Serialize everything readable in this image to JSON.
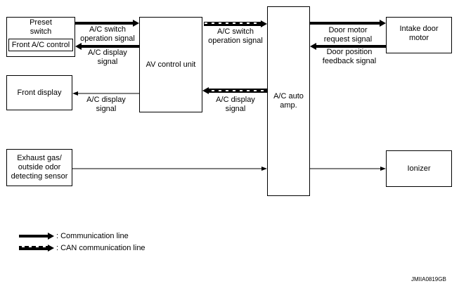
{
  "boxes": {
    "preset_switch": "Preset\nswitch",
    "front_ac_control": "Front A/C control",
    "front_display": "Front display",
    "exhaust_sensor": "Exhaust gas/\noutside odor\ndetecting sensor",
    "av_control_unit": "AV control unit",
    "ac_auto_amp": "A/C auto\namp.",
    "intake_door_motor": "Intake door\nmotor",
    "ionizer": "Ionizer"
  },
  "signals": {
    "preset_to_av": "A/C switch\noperation signal",
    "av_to_preset": "A/C display\nsignal",
    "av_to_front_display": "A/C display\nsignal",
    "av_to_amp": "A/C switch\noperation signal",
    "amp_to_av": "A/C display\nsignal",
    "amp_to_motor": "Door motor\nrequest signal",
    "motor_to_amp": "Door position\nfeedback signal"
  },
  "legend": {
    "communication_line": ": Communication line",
    "can_communication_line": ": CAN communication line"
  },
  "figure_code": "JMIIA0819GB"
}
